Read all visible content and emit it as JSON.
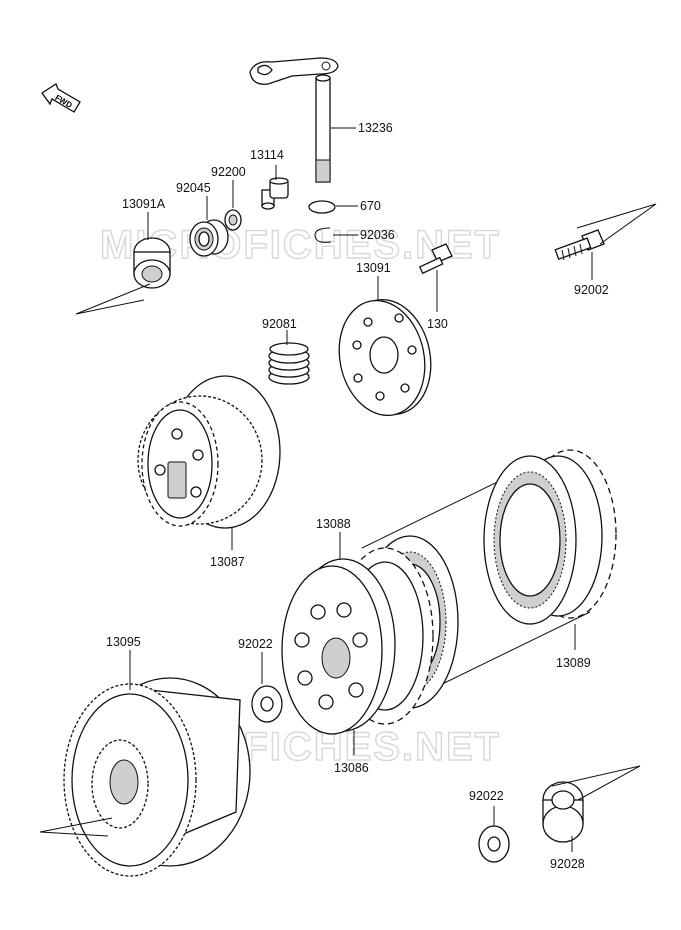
{
  "watermark": "MICROFICHES.NET",
  "fwd_label": "FWD",
  "labels": {
    "p13236": "13236",
    "p13114": "13114",
    "p92200": "92200",
    "p92045": "92045",
    "p13091A": "13091A",
    "p670": "670",
    "p92036": "92036",
    "p13091": "13091",
    "p130": "130",
    "p92002": "92002",
    "p92081": "92081",
    "p13087": "13087",
    "p13088": "13088",
    "p13089": "13089",
    "p13095": "13095",
    "p92022a": "92022",
    "p13086": "13086",
    "p92022b": "92022",
    "p92028": "92028"
  }
}
